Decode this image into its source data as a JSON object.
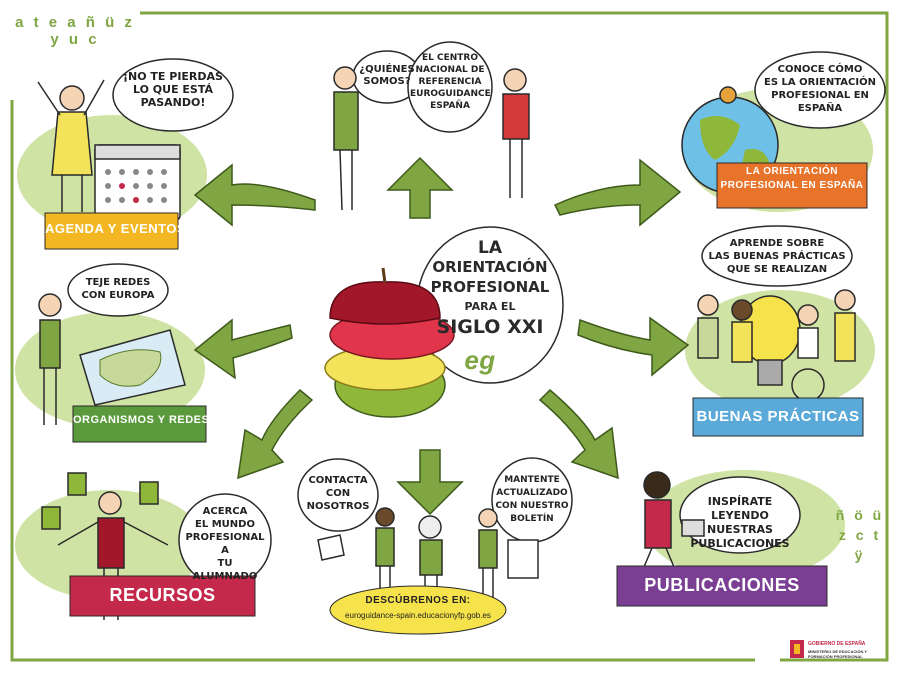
{
  "center": {
    "line1": "LA",
    "line2": "ORIENTACIÓN",
    "line3": "PROFESIONAL",
    "line4": "PARA EL",
    "line5": "SIGLO XXI",
    "logo": "eg"
  },
  "sections": {
    "agenda": {
      "label": "AGENDA Y EVENTOS",
      "bubble": "¡NO TE PIERDAS\nLO QUE ESTÁ\nPASANDO!"
    },
    "quienes": {
      "bubble_left": "¿QUIÉNES\nSOMOS?",
      "bubble_right": "EL CENTRO\nNACIONAL DE\nREFERENCIA\nEUROGUIDANCE\nESPAÑA"
    },
    "orientacion": {
      "label": "LA ORIENTACIÓN\nPROFESIONAL EN ESPAÑA",
      "bubble": "CONOCE CÓMO\nES LA ORIENTACIÓN\nPROFESIONAL EN\nESPAÑA"
    },
    "organismos": {
      "label": "ORGANISMOS Y REDES",
      "bubble": "TEJE REDES\nCON EUROPA"
    },
    "buenas": {
      "label": "BUENAS PRÁCTICAS",
      "bubble": "APRENDE SOBRE\nLAS BUENAS PRÁCTICAS\nQUE SE REALIZAN"
    },
    "recursos": {
      "label": "RECURSOS",
      "bubble": "ACERCA\nEL MUNDO\nPROFESIONAL A\nTU\nALUMNADO"
    },
    "publicaciones": {
      "label": "PUBLICACIONES",
      "bubble": "INSPÍRATE\nLEYENDO NUESTRAS\nPUBLICACIONES"
    },
    "contacto": {
      "bubble_left": "CONTACTA\nCON\nNOSOTROS",
      "bubble_right": "MANTENTE\nACTUALIZADO\nCON NUESTRO\nBOLETÍN",
      "footer_title": "DESCÚBRENOS EN:",
      "footer_url": "euroguidance-spain.educacionyfp.gob.es"
    }
  },
  "decor": {
    "letters_top_left": "a t e a ñ ü z y u c",
    "letters_bottom_right": "ñ ö ü z c t ÿ"
  },
  "ministry": {
    "line1": "GOBIERNO DE ESPAÑA",
    "line2": "MINISTERIO DE EDUCACIÓN Y FORMACIÓN PROFESIONAL"
  },
  "colors": {
    "frame": "#7fa642",
    "arrow": "#7fa642",
    "agenda": "#f2b723",
    "orientacion": "#e8732a",
    "organismos": "#5a9a3c",
    "buenas": "#5aa9d9",
    "recursos": "#c4284a",
    "publicaciones": "#7a3f93",
    "contacto": "#f6e24a"
  }
}
